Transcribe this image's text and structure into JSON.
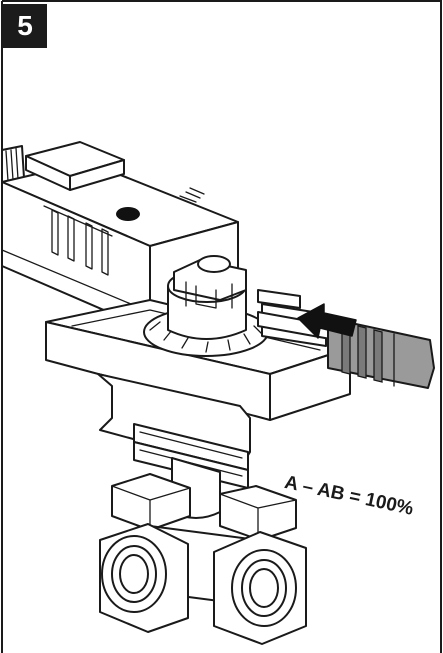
{
  "figure": {
    "step_number": "5",
    "flow_label": "A – AB = 100%"
  },
  "icons": {
    "arrow": "push-arrow-icon",
    "tool": "manual-override-key"
  },
  "colors": {
    "frame": "#1a1a1a",
    "badge": "#1b1b1b",
    "key": "#9a9a9a"
  }
}
